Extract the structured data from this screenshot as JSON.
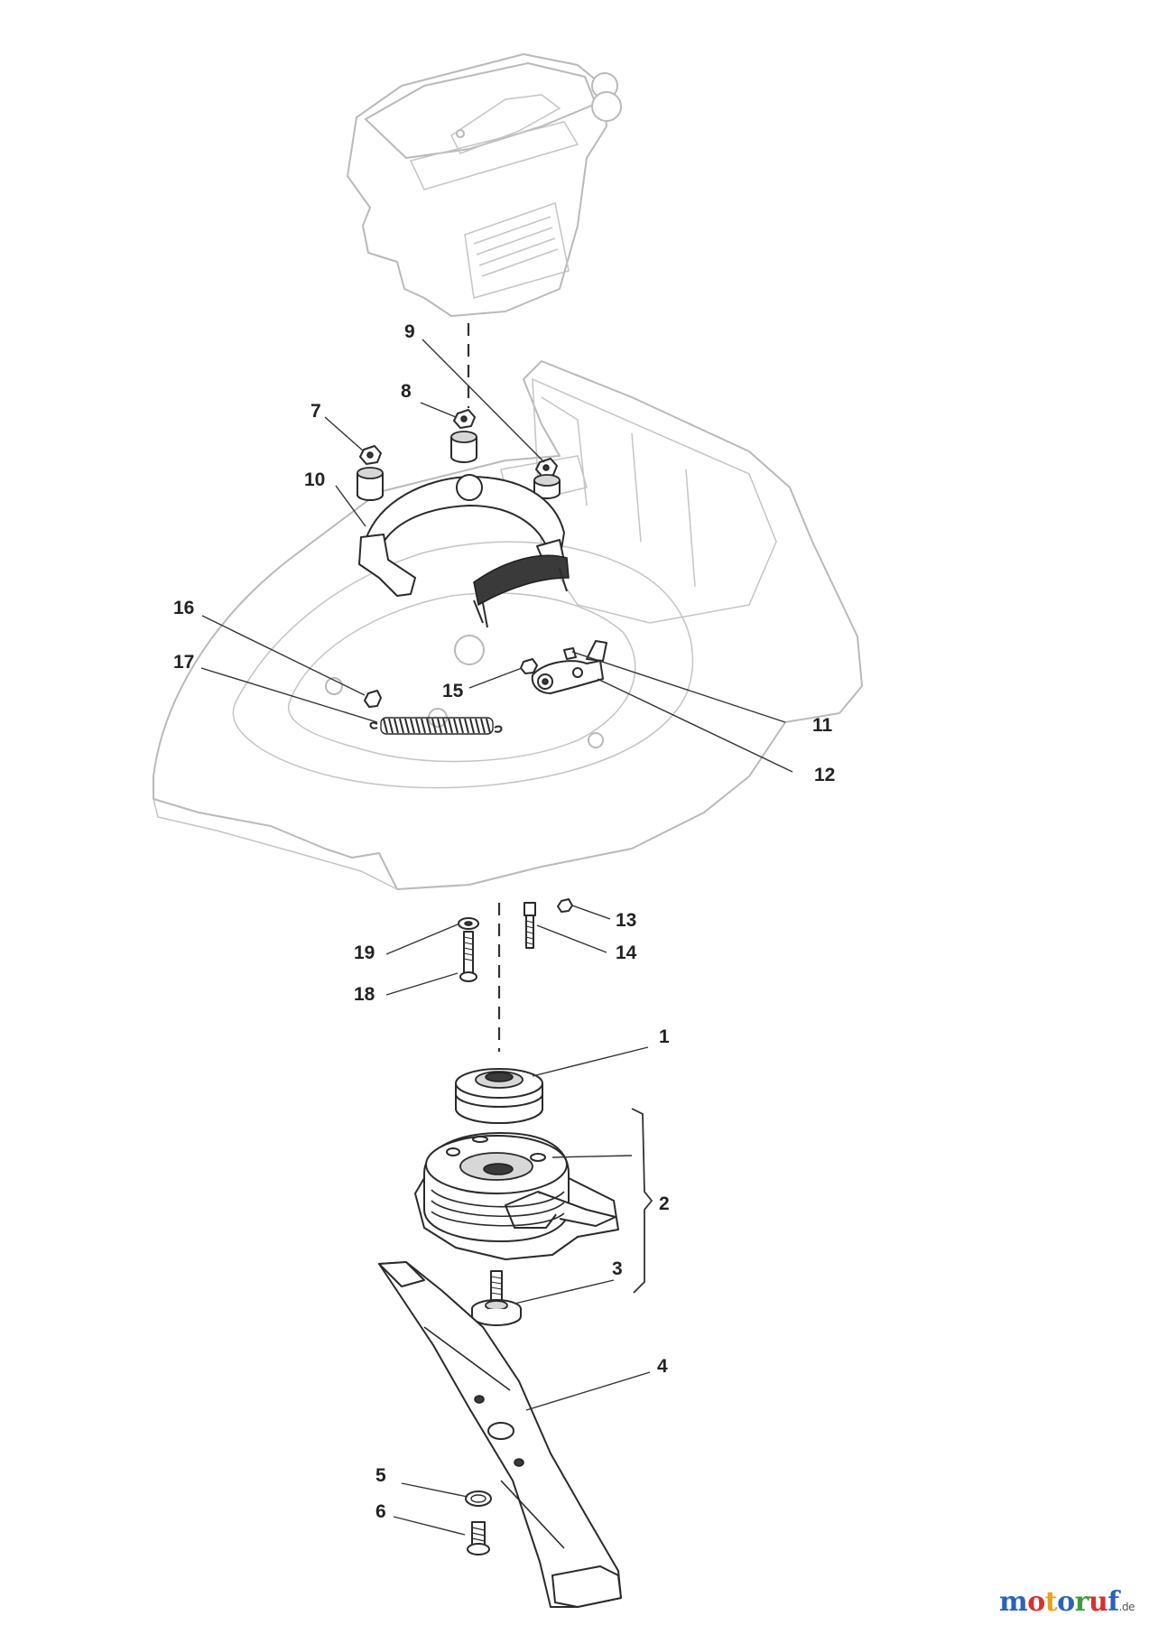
{
  "diagram": {
    "callouts": [
      "1",
      "2",
      "3",
      "4",
      "5",
      "6",
      "7",
      "8",
      "9",
      "10",
      "11",
      "12",
      "13",
      "14",
      "15",
      "16",
      "17",
      "18",
      "19"
    ]
  },
  "watermark": {
    "letters": [
      "m",
      "o",
      "t",
      "o",
      "r",
      "u",
      "f"
    ],
    "colors": [
      "#2b63b8",
      "#d9302b",
      "#e8a21b",
      "#2b63b8",
      "#3b9c3b",
      "#d9302b",
      "#2b63b8"
    ],
    "tld": ".de"
  }
}
